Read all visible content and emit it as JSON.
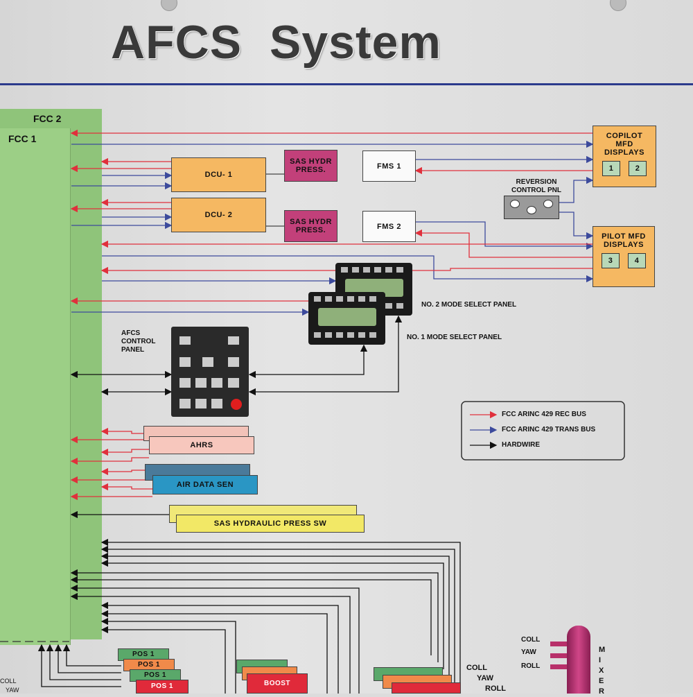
{
  "title": "AFCS  System",
  "fcc": {
    "fcc2": "FCC 2",
    "fcc1": "FCC 1"
  },
  "boxes": {
    "dcu1": "DCU- 1",
    "dcu2": "DCU- 2",
    "sas1": "SAS HYDR PRESS.",
    "sas2": "SAS HYDR PRESS.",
    "fms1": "FMS 1",
    "fms2": "FMS 2",
    "ahrs": "AHRS",
    "air_data": "AIR DATA SEN",
    "sas_sw": "SAS HYDRAULIC PRESS SW",
    "pos1": "POS 1",
    "boost": "BOOST"
  },
  "copilot": {
    "title": "COPILOT MFD DISPLAYS",
    "d1": "1",
    "d2": "2"
  },
  "pilot": {
    "title": "PILOT MFD DISPLAYS",
    "d3": "3",
    "d4": "4"
  },
  "reversion": "REVERSION CONTROL PNL",
  "mode2": "NO. 2 MODE SELECT PANEL",
  "mode1": "NO. 1 MODE SELECT PANEL",
  "afcs_panel": "AFCS CONTROL PANEL",
  "legend": {
    "rec": "FCC ARINC 429 REC BUS",
    "trans": "FCC ARINC 429 TRANS BUS",
    "hard": "HARDWIRE",
    "rec_color": "#e0303c",
    "trans_color": "#3c4a9c",
    "hard_color": "#111111"
  },
  "mixer": {
    "label": "MIXER",
    "coll": "COLL",
    "yaw": "YAW",
    "roll": "ROLL"
  },
  "bottom": {
    "coll": "COLL",
    "yaw": "YAW",
    "roll": "ROLL",
    "coll_left": "COLL",
    "yaw_left": "YAW"
  }
}
